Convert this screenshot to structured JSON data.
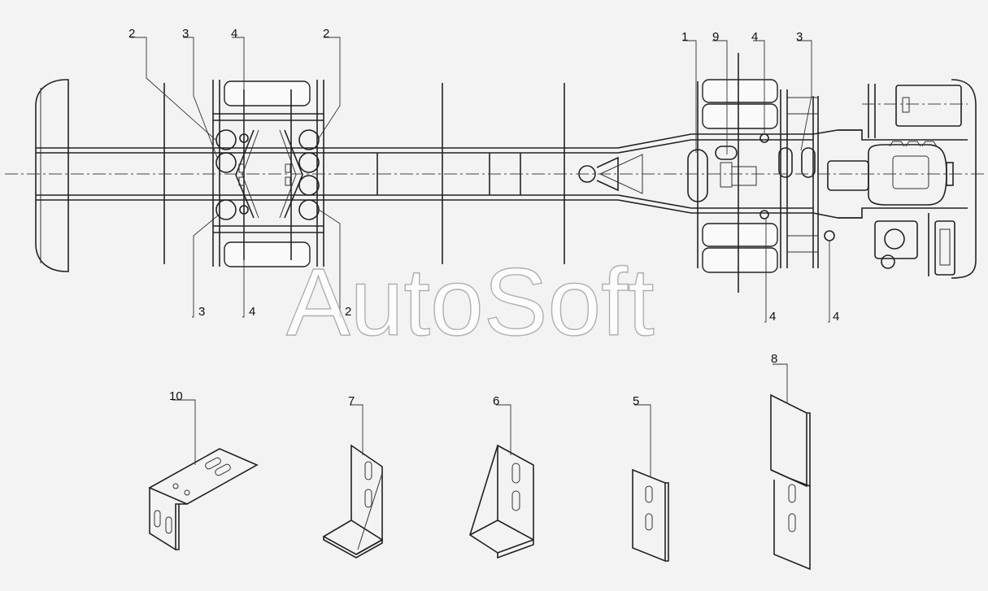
{
  "watermark": "AutoSoft",
  "callouts": {
    "c2a": "2",
    "c3a": "3",
    "c4a": "4",
    "c2b": "2",
    "c1": "1",
    "c9": "9",
    "c4b": "4",
    "c3b": "3",
    "c3c": "3",
    "c4c": "4",
    "c2c": "2",
    "c4d": "4",
    "c4e": "4",
    "c10": "10",
    "c7": "7",
    "c6": "6",
    "c5": "5",
    "c8": "8"
  }
}
